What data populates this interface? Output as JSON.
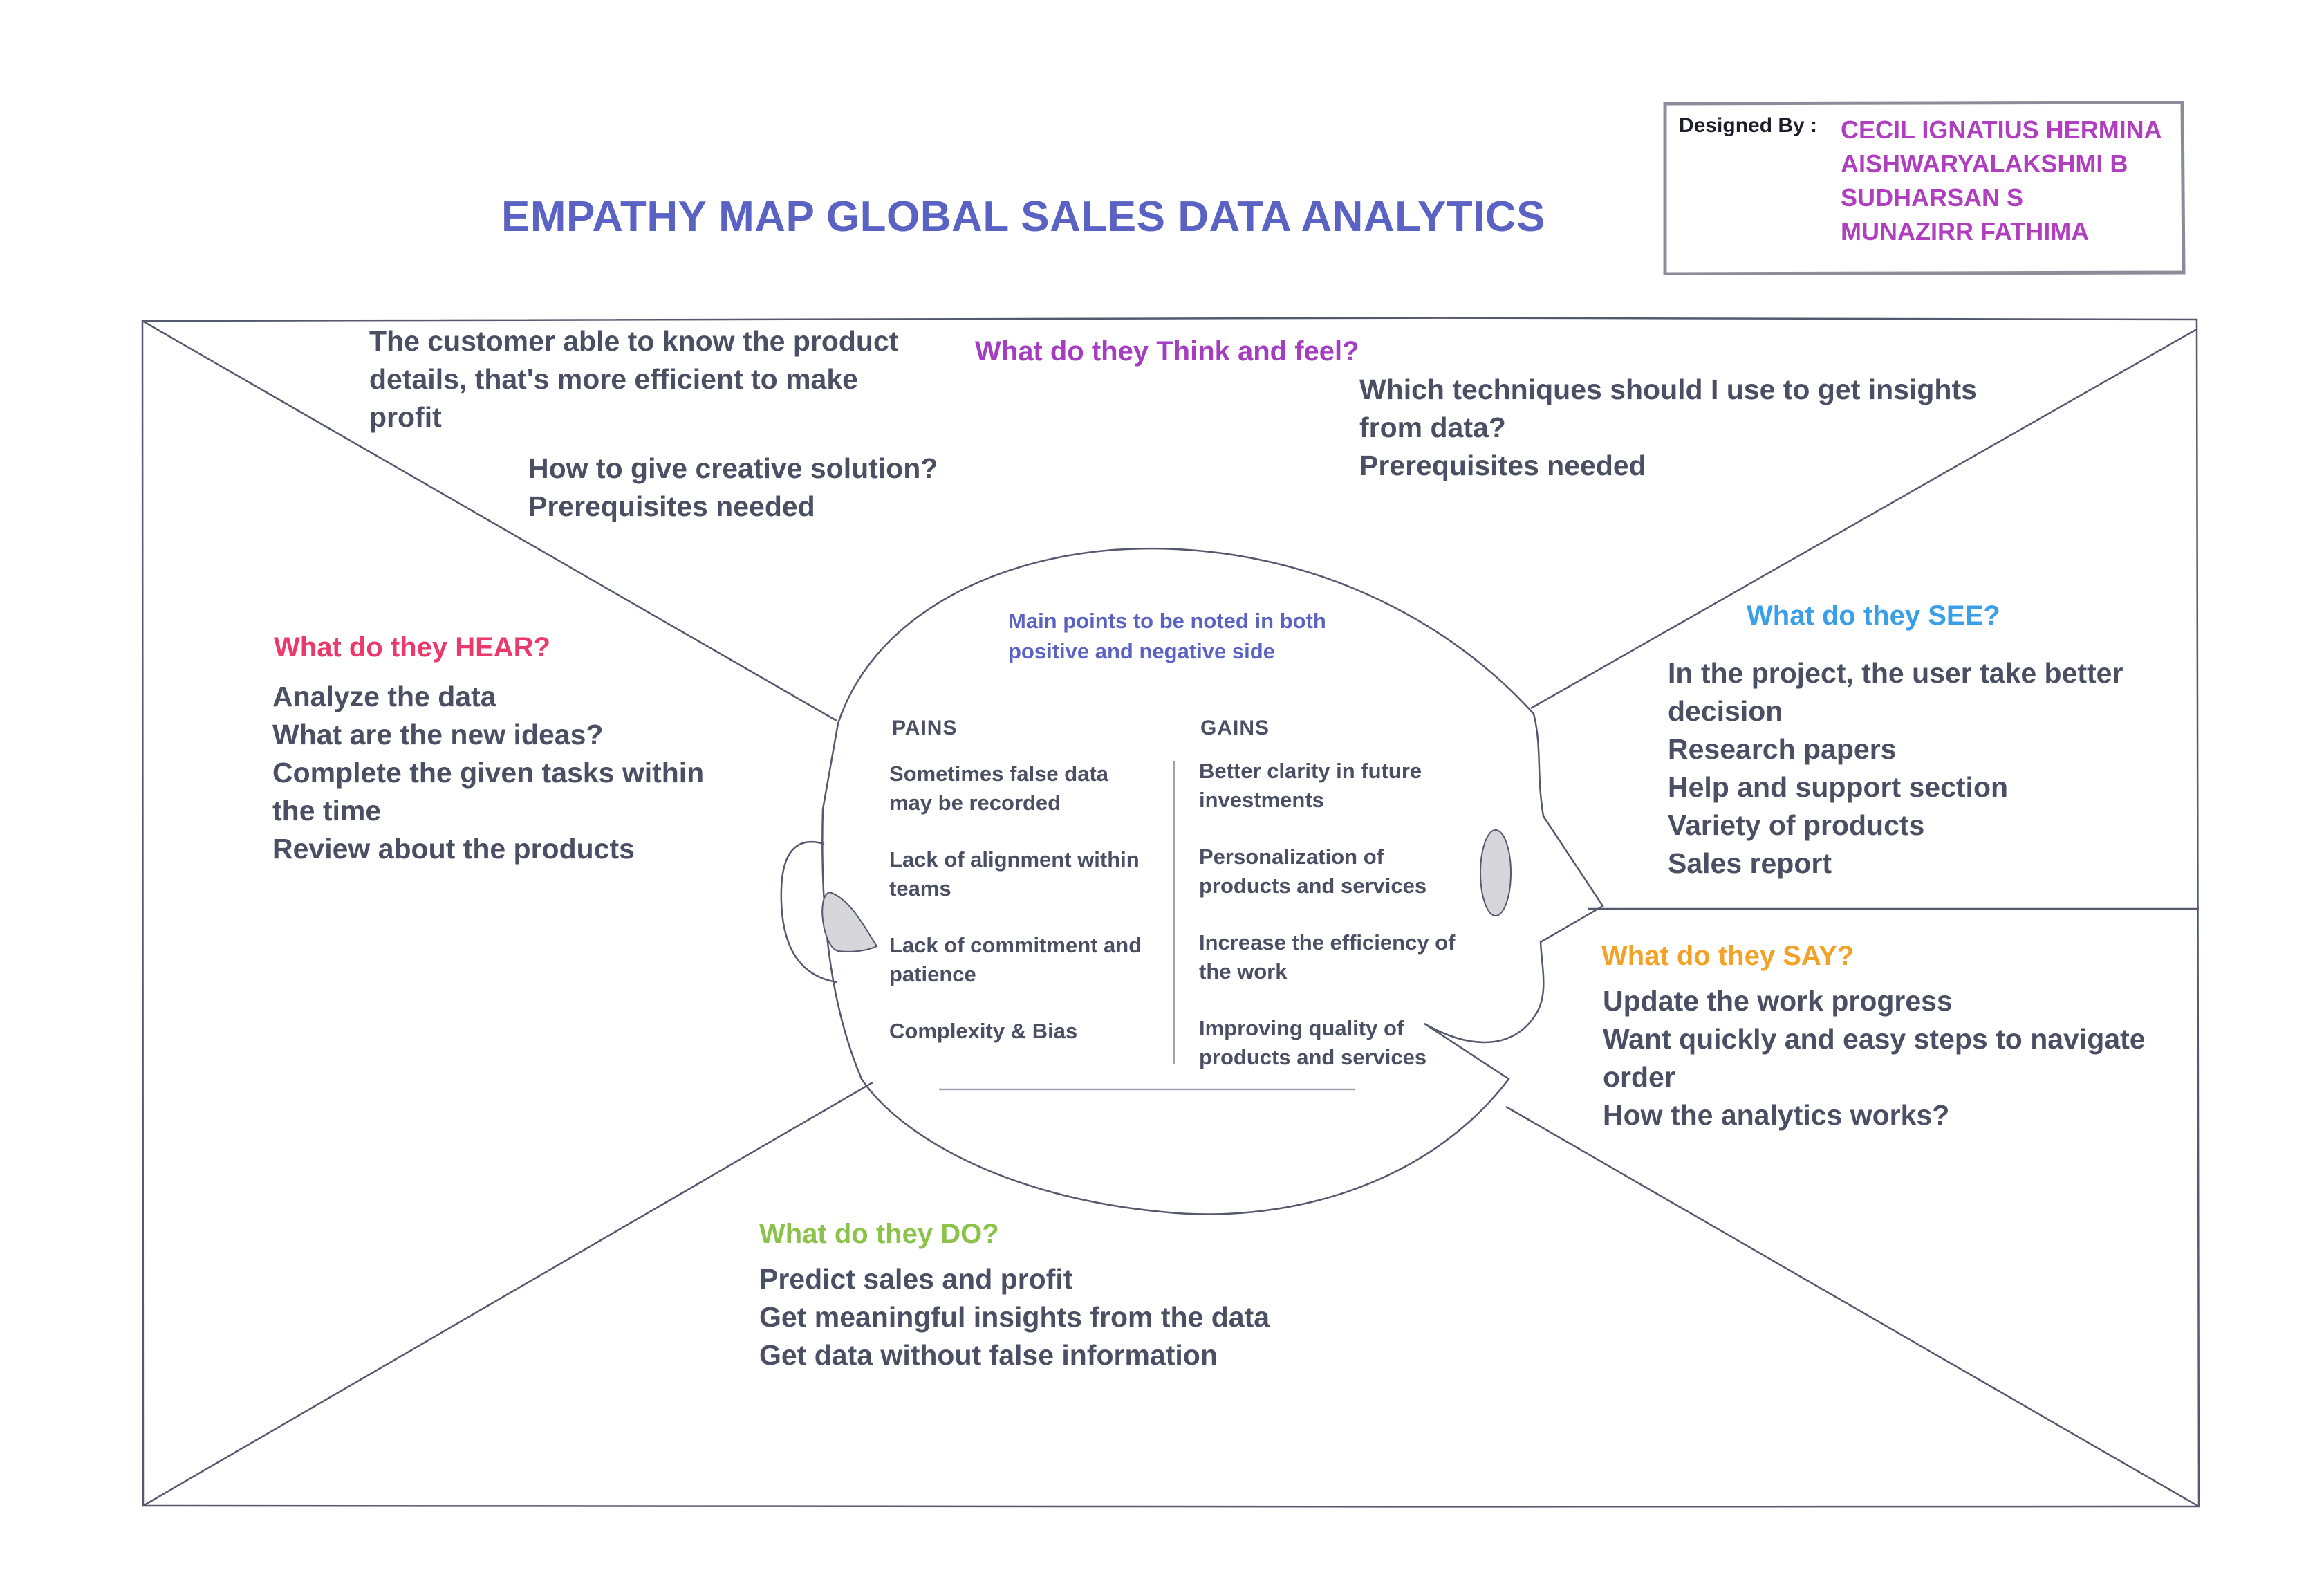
{
  "title": "EMPATHY MAP GLOBAL SALES DATA ANALYTICS",
  "designed_by": {
    "label": "Designed By :",
    "names": [
      "CECIL IGNATIUS HERMINA",
      "AISHWARYALAKSHMI B",
      "SUDHARSAN S",
      "MUNAZIRR FATHIMA"
    ]
  },
  "think_feel": {
    "title": "What do they Think and feel?",
    "left_note_1": [
      "The customer able to know the product",
      "details, that's more efficient to make",
      "profit"
    ],
    "left_note_2": [
      "How to give creative solution?",
      "Prerequisites needed"
    ],
    "right_note": [
      "Which techniques should I use to get insights",
      "from data?",
      "Prerequisites needed"
    ]
  },
  "hear": {
    "title": "What do they HEAR?",
    "items": [
      "Analyze the data",
      "What are the new ideas?",
      "Complete the given tasks within",
      "the time",
      "Review about the products"
    ]
  },
  "see": {
    "title": "What do they SEE?",
    "items": [
      "In the project, the user take better",
      "decision",
      "Research papers",
      "Help and support section",
      "Variety of products",
      "Sales report"
    ]
  },
  "say": {
    "title": "What do they SAY?",
    "items": [
      "Update the work progress",
      "Want quickly and easy steps to navigate",
      "order",
      "How the analytics works?"
    ]
  },
  "do": {
    "title": "What do they DO?",
    "items": [
      "Predict sales and profit",
      "Get meaningful insights from the data",
      "Get data without false information"
    ]
  },
  "head": {
    "heading": [
      "Main points to be noted in both",
      "positive and negative side"
    ],
    "pains_label": "PAINS",
    "gains_label": "GAINS",
    "pains": [
      [
        "Sometimes false data",
        "may be recorded"
      ],
      [
        "Lack of alignment within",
        "teams"
      ],
      [
        "Lack of commitment and",
        "patience"
      ],
      [
        "Complexity & Bias"
      ]
    ],
    "gains": [
      [
        "Better clarity in future",
        "investments"
      ],
      [
        "Personalization of",
        "products and services"
      ],
      [
        "Increase the efficiency of",
        "the work"
      ],
      [
        "Improving quality of",
        "products and services"
      ]
    ]
  },
  "colors": {
    "title": "#5a63c4",
    "names": "#b03fc0",
    "think": "#a53dc0",
    "hear": "#ea3a6b",
    "see": "#3b9fe8",
    "say": "#f3a228",
    "do": "#8bc34a",
    "body": "#4b4f63"
  }
}
